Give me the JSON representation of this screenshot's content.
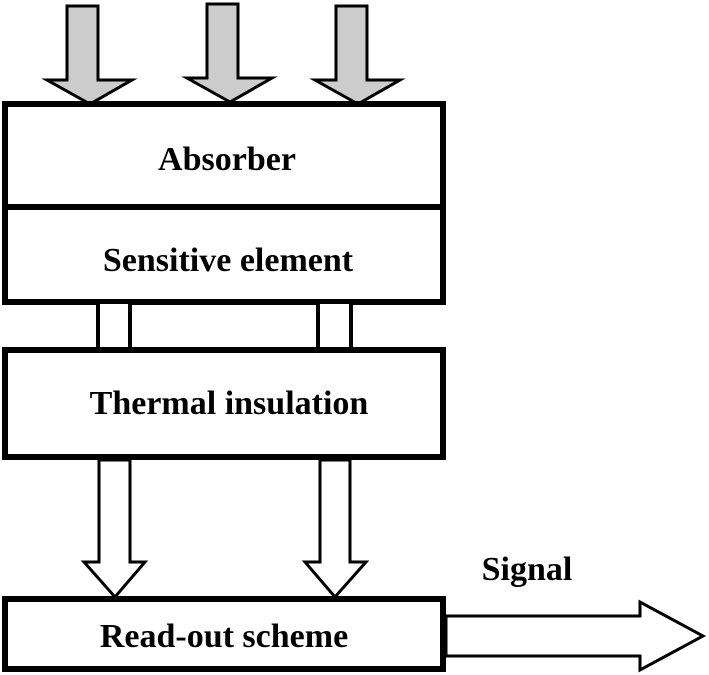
{
  "blocks": {
    "absorber": "Absorber",
    "sensitive_element": "Sensitive element",
    "thermal_insulation": "Thermal insulation",
    "readout_scheme": "Read-out scheme"
  },
  "output_label": "Signal",
  "colors": {
    "incoming_arrow_fill": "#cccccc",
    "outline": "#000000",
    "background": "#ffffff"
  }
}
